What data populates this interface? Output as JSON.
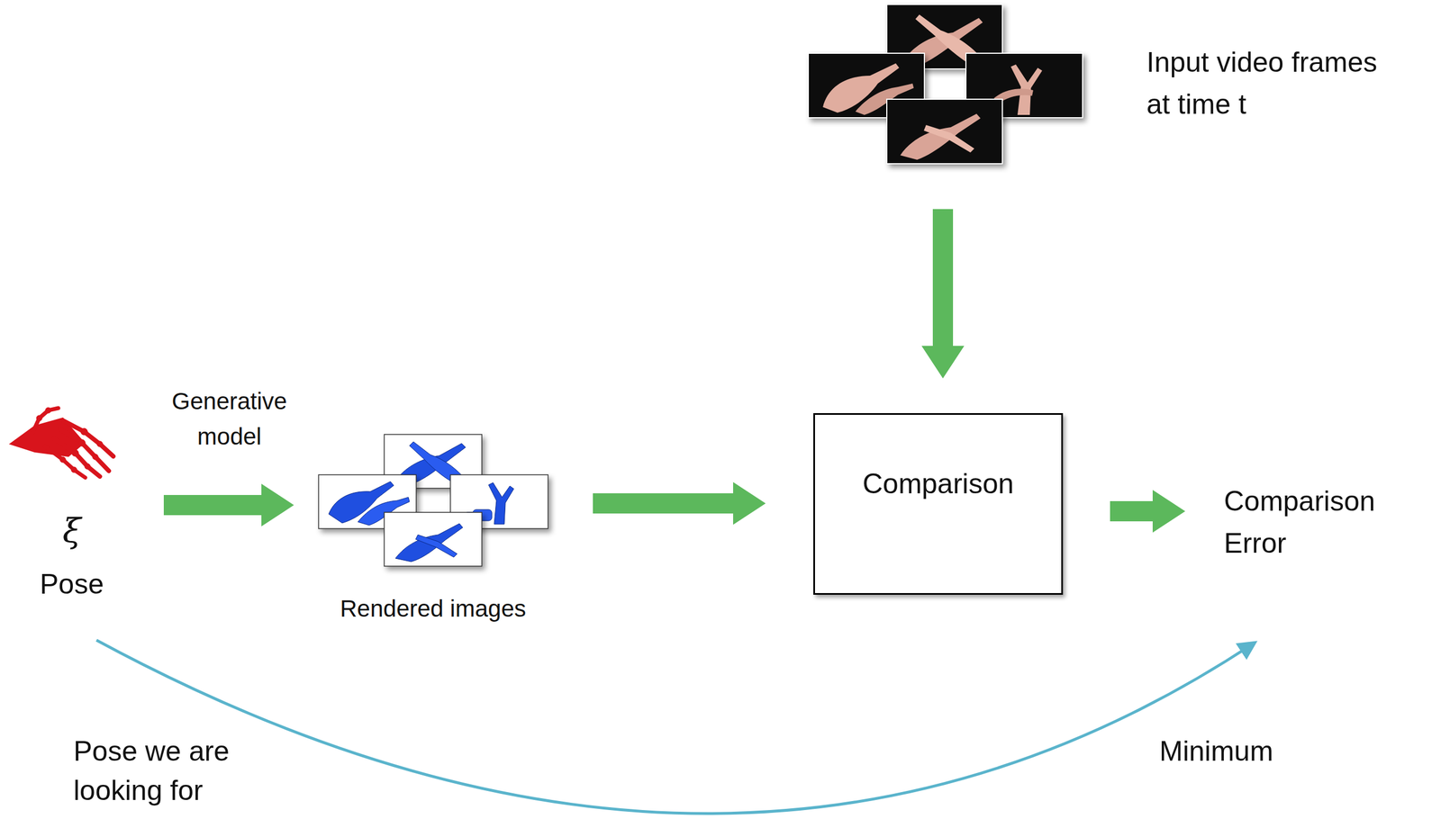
{
  "diagram": {
    "nodes": [
      {
        "text": [
          "Comparison"
        ]
      }
    ],
    "labels": [
      "ξ",
      "Pose",
      "Generative model",
      "Rendered images",
      "Input video frames at time t",
      "Comparison Error",
      "Pose we are looking for",
      "Minimum"
    ]
  }
}
